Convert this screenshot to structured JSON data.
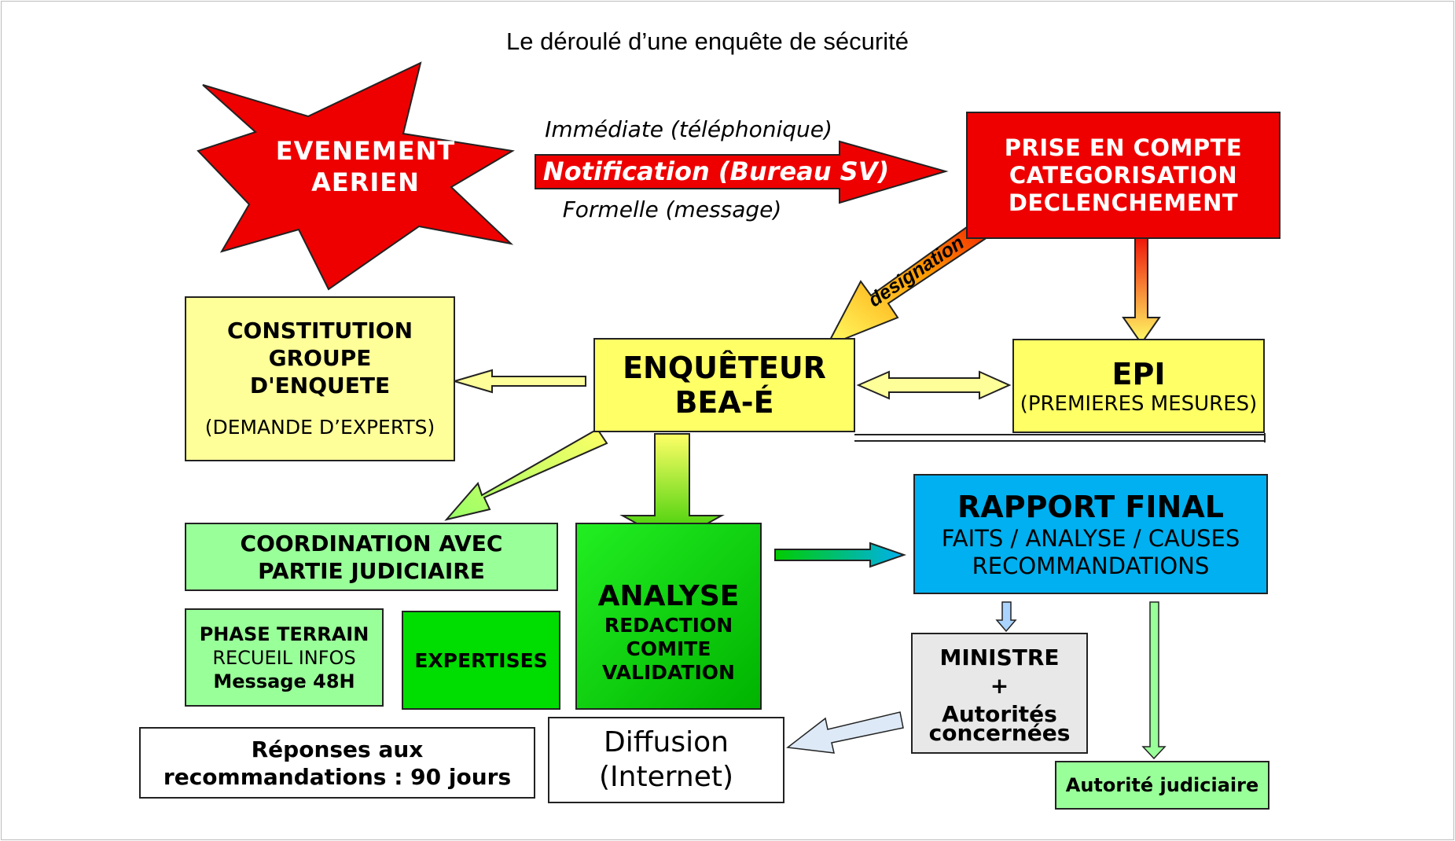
{
  "title": "Le déroulé d’une enquête de sécurité",
  "event": {
    "line1": "EVENEMENT",
    "line2": "AERIEN"
  },
  "notification": {
    "top": "Immédiate (téléphonique)",
    "main": "Notification (Bureau SV)",
    "bottom": "Formelle (message)"
  },
  "prise": {
    "line1": "PRISE EN COMPTE",
    "line2": "CATEGORISATION",
    "line3": "DECLENCHEMENT"
  },
  "designation": "designation",
  "constitution": {
    "line1": "CONSTITUTION",
    "line2": "GROUPE",
    "line3": "D'ENQUETE",
    "sub": "(DEMANDE D’EXPERTS)"
  },
  "enqueteur": {
    "line1": "ENQUÊTEUR",
    "line2": "BEA-É"
  },
  "epi": {
    "title": "EPI",
    "sub": "(PREMIERES MESURES)"
  },
  "coordination": {
    "line1": "COORDINATION AVEC",
    "line2": "PARTIE JUDICIAIRE"
  },
  "terrain": {
    "line1": "PHASE TERRAIN",
    "line2": "RECUEIL INFOS",
    "line3": "Message 48H"
  },
  "expertises": "EXPERTISES",
  "analyse": {
    "title": "ANALYSE",
    "line1": "REDACTION",
    "line2": "COMITE",
    "line3": "VALIDATION"
  },
  "rapport": {
    "title": "RAPPORT FINAL",
    "line1": "FAITS / ANALYSE / CAUSES",
    "line2": "RECOMMANDATIONS"
  },
  "ministre": {
    "line1": "MINISTRE",
    "line2": "+",
    "line3": "Autorités",
    "line4": "concernées"
  },
  "judiciaire": "Autorité judiciaire",
  "reponses": {
    "line1": "Réponses aux",
    "line2": "recommandations : 90 jours"
  },
  "diffusion": {
    "line1": "Diffusion",
    "line2": "(Internet)"
  },
  "colors": {
    "red": "#ee0000",
    "pale_yellow": "#ffff99",
    "yellow": "#ffff66",
    "light_green": "#99ff99",
    "green": "#00dd00",
    "cyan": "#00b0f0",
    "grey": "#e8e8e8"
  }
}
